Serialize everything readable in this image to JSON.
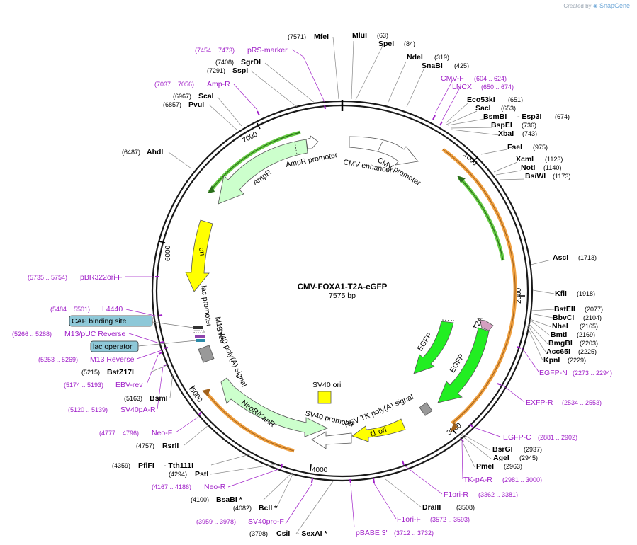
{
  "brand": {
    "created_by": "Created by",
    "product": "SnapGene"
  },
  "plasmid": {
    "name": "CMV-FOXA1-T2A-eGFP",
    "size_label": "7575 bp"
  },
  "ticks": [
    "1000",
    "2000",
    "3000",
    "4000",
    "5000",
    "6000",
    "7000"
  ],
  "features": [
    "CMV enhancer",
    "CMV promoter",
    "AmpR promoter",
    "AmpR",
    "ori",
    "lac promoter",
    "M13 rev",
    "SV40 poly(A) signal",
    "NeoR/KanR",
    "SV40 promoter",
    "SV40 ori",
    "HSV TK poly(A) signal",
    "f1 ori",
    "EGFP",
    "EGFP",
    "T2A"
  ],
  "boxed_features": [
    "CAP binding site",
    "lac operator"
  ],
  "enzymes": [
    {
      "name": "MfeI",
      "pos": "(7571)"
    },
    {
      "name": "MluI",
      "pos": "(63)"
    },
    {
      "name": "SpeI",
      "pos": "(84)"
    },
    {
      "name": "NdeI",
      "pos": "(319)"
    },
    {
      "name": "SnaBI",
      "pos": "(425)"
    },
    {
      "name": "Eco53kI",
      "pos": "(651)"
    },
    {
      "name": "SacI",
      "pos": "(653)"
    },
    {
      "name": "BsmBI",
      "pos": ""
    },
    {
      "name": "- Esp3I",
      "pos": "(674)"
    },
    {
      "name": "BspEI",
      "pos": "(736)"
    },
    {
      "name": "XbaI",
      "pos": "(743)"
    },
    {
      "name": "FseI",
      "pos": "(975)"
    },
    {
      "name": "XcmI",
      "pos": "(1123)"
    },
    {
      "name": "NotI",
      "pos": "(1140)"
    },
    {
      "name": "BsiWI",
      "pos": "(1173)"
    },
    {
      "name": "AscI",
      "pos": "(1713)"
    },
    {
      "name": "KflI",
      "pos": "(1918)"
    },
    {
      "name": "BstEII",
      "pos": "(2077)"
    },
    {
      "name": "BbvCI",
      "pos": "(2104)"
    },
    {
      "name": "NheI",
      "pos": "(2165)"
    },
    {
      "name": "BmtI",
      "pos": "(2169)"
    },
    {
      "name": "BmgBI",
      "pos": "(2203)"
    },
    {
      "name": "Acc65I",
      "pos": "(2225)"
    },
    {
      "name": "KpnI",
      "pos": "(2229)"
    },
    {
      "name": "BsrGI",
      "pos": "(2937)"
    },
    {
      "name": "AgeI",
      "pos": "(2945)"
    },
    {
      "name": "PmeI",
      "pos": "(2963)"
    },
    {
      "name": "DraIII",
      "pos": "(3508)"
    },
    {
      "name": "CsiI",
      "pos": "(3798)"
    },
    {
      "name": "- SexAI *",
      "pos": ""
    },
    {
      "name": "BclI *",
      "pos": "(4082)"
    },
    {
      "name": "BsaBI *",
      "pos": "(4100)"
    },
    {
      "name": "PstI",
      "pos": "(4294)"
    },
    {
      "name": "PflFI",
      "pos": "(4359)"
    },
    {
      "name": "- Tth111I",
      "pos": ""
    },
    {
      "name": "RsrII",
      "pos": "(4757)"
    },
    {
      "name": "BsmI",
      "pos": "(5163)"
    },
    {
      "name": "BstZ17I",
      "pos": "(5215)"
    },
    {
      "name": "AhdI",
      "pos": "(6487)"
    },
    {
      "name": "PvuI",
      "pos": "(6857)"
    },
    {
      "name": "ScaI",
      "pos": "(6967)"
    },
    {
      "name": "SspI",
      "pos": "(7291)"
    },
    {
      "name": "SgrDI",
      "pos": "(7408)"
    }
  ],
  "primers": [
    {
      "name": "pRS-marker",
      "range": "(7454 .. 7473)"
    },
    {
      "name": "Amp-R",
      "range": "(7037 .. 7056)"
    },
    {
      "name": "CMV-F",
      "range": "(604 .. 624)"
    },
    {
      "name": "LNCX",
      "range": "(650 .. 674)"
    },
    {
      "name": "EGFP-N",
      "range": "(2273 .. 2294)"
    },
    {
      "name": "EXFP-R",
      "range": "(2534 .. 2553)"
    },
    {
      "name": "EGFP-C",
      "range": "(2881 .. 2902)"
    },
    {
      "name": "TK-pA-R",
      "range": "(2981 .. 3000)"
    },
    {
      "name": "F1ori-R",
      "range": "(3362 .. 3381)"
    },
    {
      "name": "F1ori-F",
      "range": "(3572 .. 3593)"
    },
    {
      "name": "pBABE 3'",
      "range": "(3712 .. 3732)"
    },
    {
      "name": "SV40pro-F",
      "range": "(3959 .. 3978)"
    },
    {
      "name": "Neo-R",
      "range": "(4167 .. 4186)"
    },
    {
      "name": "Neo-F",
      "range": "(4777 .. 4796)"
    },
    {
      "name": "SV40pA-R",
      "range": "(5120 .. 5139)"
    },
    {
      "name": "EBV-rev",
      "range": "(5174 .. 5193)"
    },
    {
      "name": "M13 Reverse",
      "range": "(5253 .. 5269)"
    },
    {
      "name": "M13/pUC Reverse",
      "range": "(5266 .. 5288)"
    },
    {
      "name": "L4440",
      "range": "(5484 .. 5501)"
    },
    {
      "name": "pBR322ori-F",
      "range": "(5735 .. 5754)"
    }
  ],
  "colors": {
    "backbone": "#1a1a1a",
    "primer": "#a020c8",
    "egfp": "#22ee22",
    "amp": "#ccffcc",
    "ori": "#ffff00",
    "promoter": "#ffffff",
    "orange_band": "#f0a040",
    "green_band": "#66cc44",
    "boxed_bg": "#8ec8d8",
    "t2a": "#d4a0c0",
    "grey_box": "#999999"
  }
}
